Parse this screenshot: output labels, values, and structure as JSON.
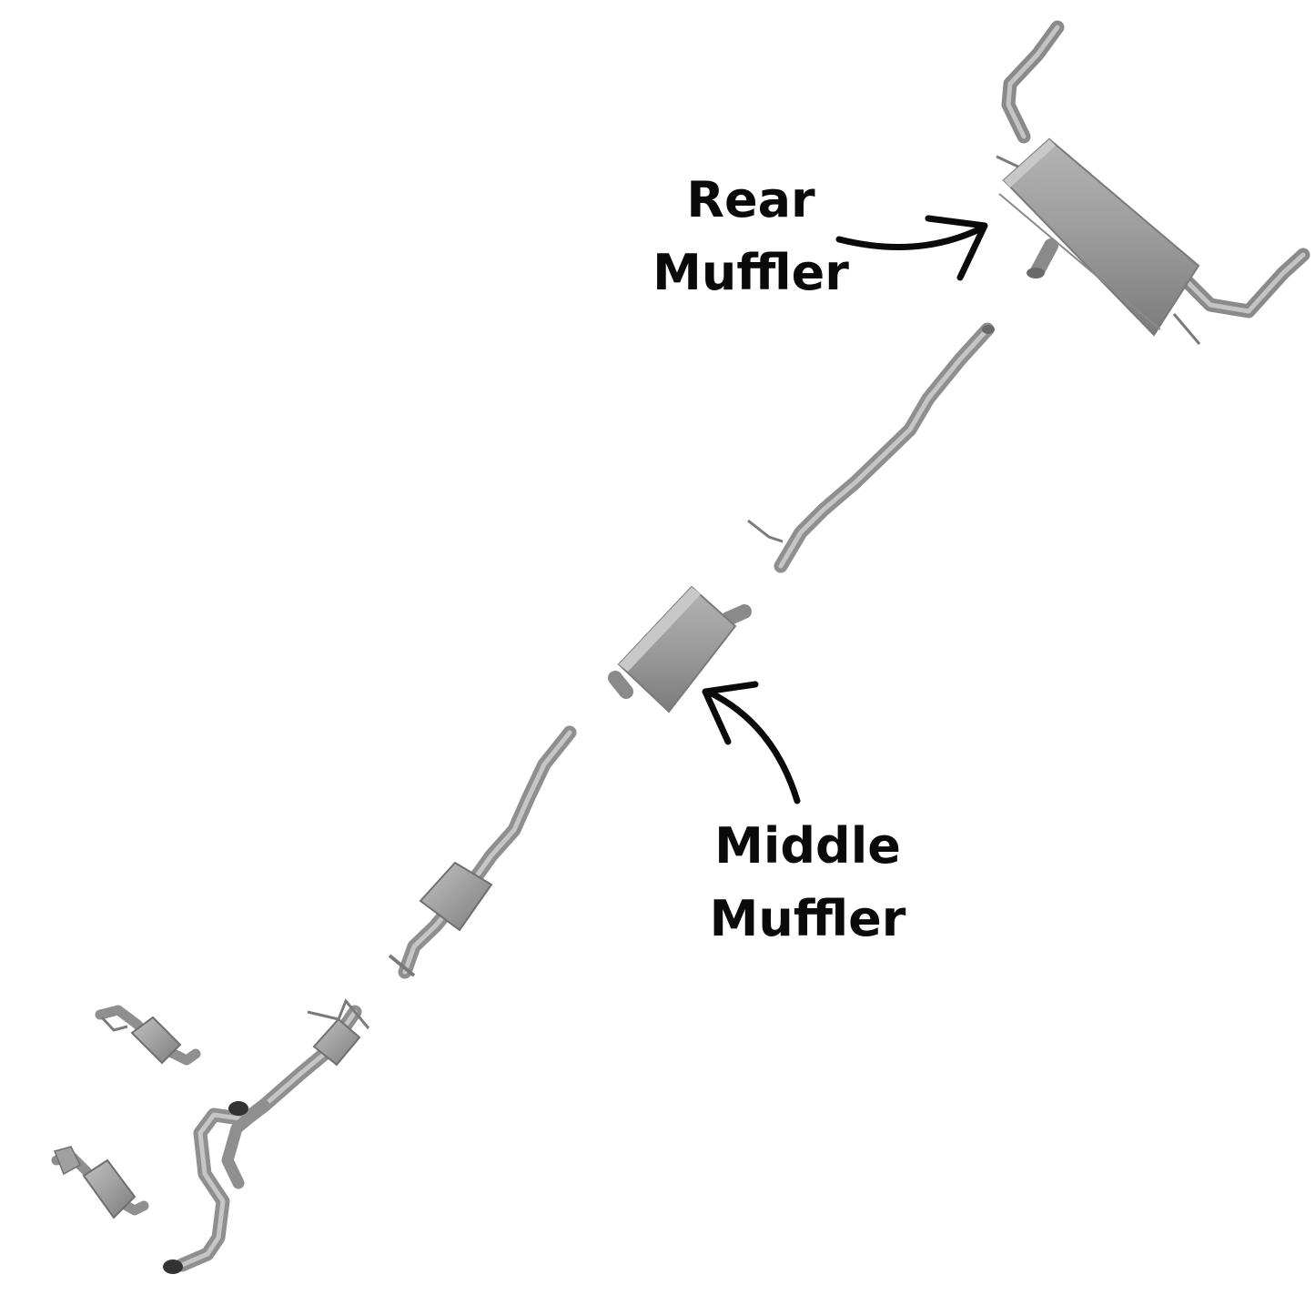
{
  "callouts": {
    "rear": {
      "line1": "Rear",
      "line2": "Muffler"
    },
    "middle": {
      "line1": "Middle",
      "line2": "Muffler"
    }
  },
  "colors": {
    "metal": "#9a9a9a",
    "metal_dark": "#6f6f6f",
    "metal_light": "#bdbdbd",
    "arrow": "#0a0a0a",
    "background": "#ffffff"
  }
}
